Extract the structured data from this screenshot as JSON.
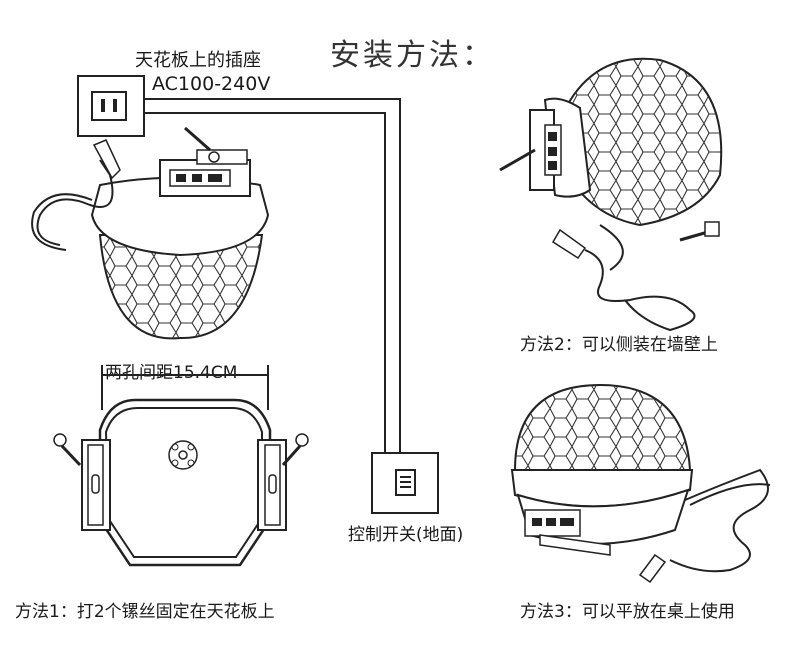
{
  "title": "安装方法：",
  "outlet": {
    "line1": "天花板上的插座",
    "line2": "AC100-240V"
  },
  "method2": "方法2：可以侧装在墙壁上",
  "hole_distance": "两孔间距15.4CM",
  "switch_label": "控制开关(地面)",
  "method1": "方法1：打2个镙丝固定在天花板上",
  "method3": "方法3：可以平放在桌上使用",
  "colors": {
    "line": "#222222",
    "fill": "#ffffff",
    "dome_shade": "#dcdcdc"
  }
}
